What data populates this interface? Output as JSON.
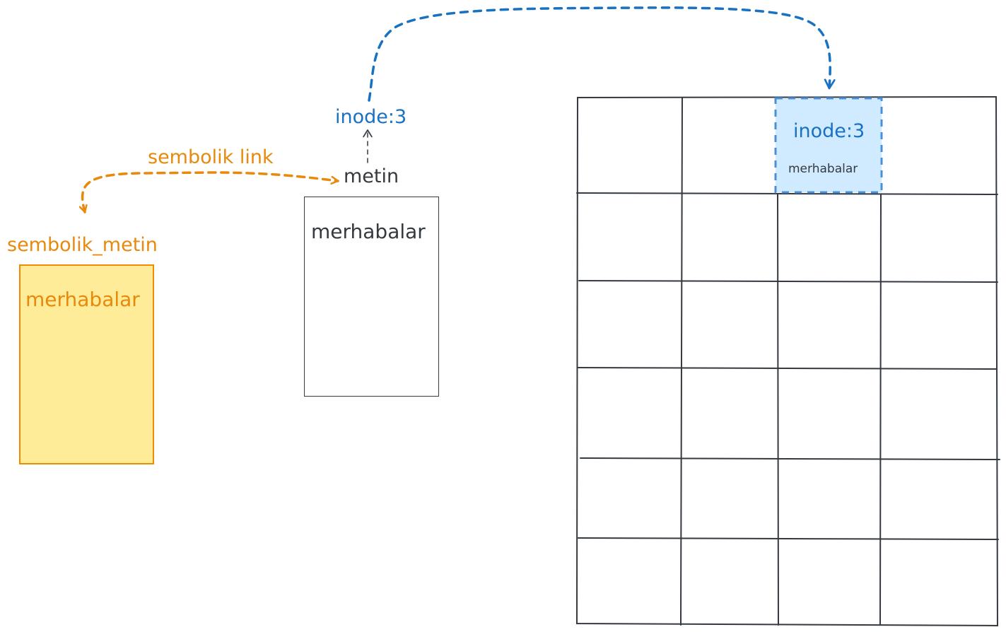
{
  "labels": {
    "sembolik_link": "sembolik link",
    "sembolik_metin": "sembolik_metin",
    "symlink_content": "merhabalar",
    "metin": "metin",
    "file_content": "merhabalar",
    "inode_label": "inode:3",
    "cell_inode": "inode:3",
    "cell_content": "merhabalar"
  },
  "colors": {
    "orange": "#e8890c",
    "blue": "#1971c2",
    "dark": "#343a40",
    "yellow_fill": "#ffec99",
    "highlight_fill": "#d0ebff",
    "highlight_stroke": "#4a90d9"
  }
}
